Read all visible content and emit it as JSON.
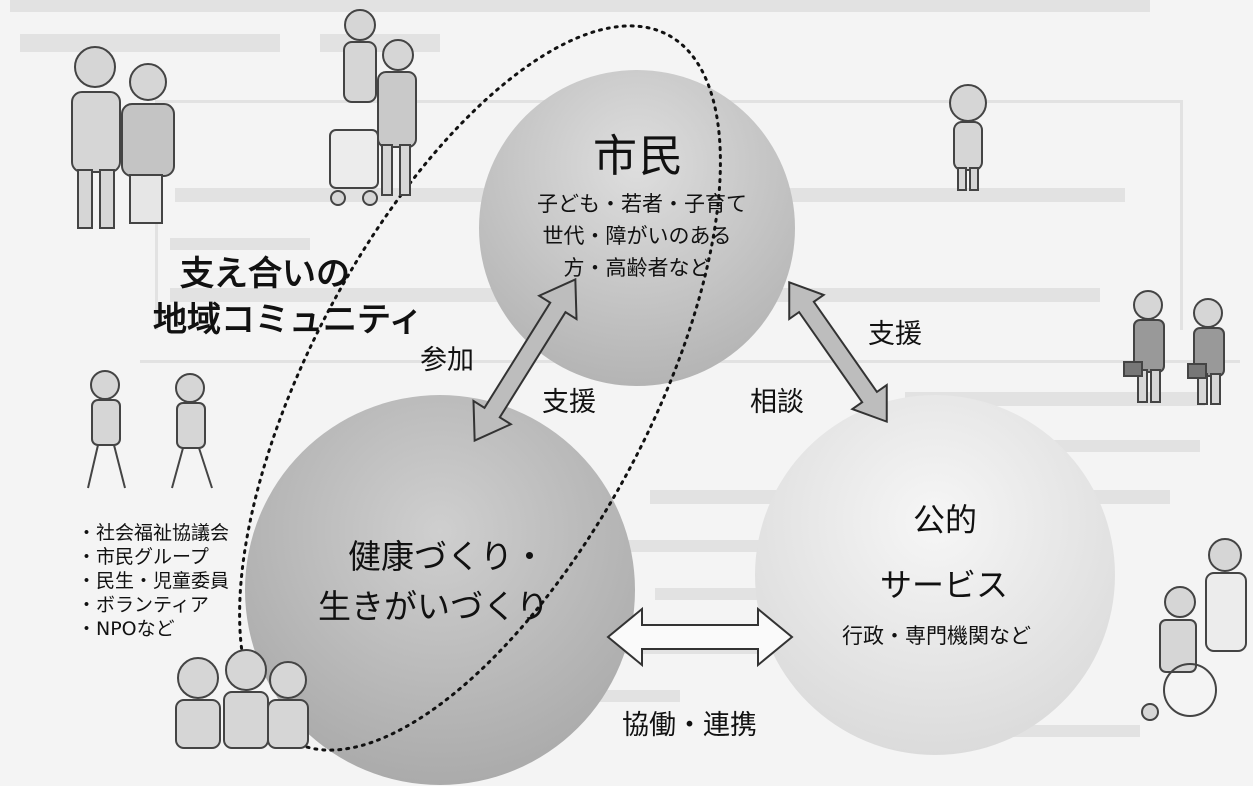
{
  "community": {
    "title_line1": "支え合いの",
    "title_line2": "地域コミュニティ",
    "members": [
      "・社会福祉協議会",
      "・市民グループ",
      "・民生・児童委員",
      "・ボランティア",
      "・NPOなど"
    ]
  },
  "citizens": {
    "title": "市民",
    "sub_lines": [
      "子ども・若者・子育て",
      "世代・障がいのある",
      "方・高齢者など"
    ]
  },
  "health": {
    "title_line1": "健康づくり・",
    "title_line2": "生きがいづくり"
  },
  "public": {
    "title_line1": "公的",
    "title_line2": "サービス",
    "sub": "行政・専門機関など"
  },
  "arrows": {
    "participate": "参加",
    "support_left": "支援",
    "consult": "相談",
    "support_right": "支援",
    "collaborate": "協働・連携"
  }
}
